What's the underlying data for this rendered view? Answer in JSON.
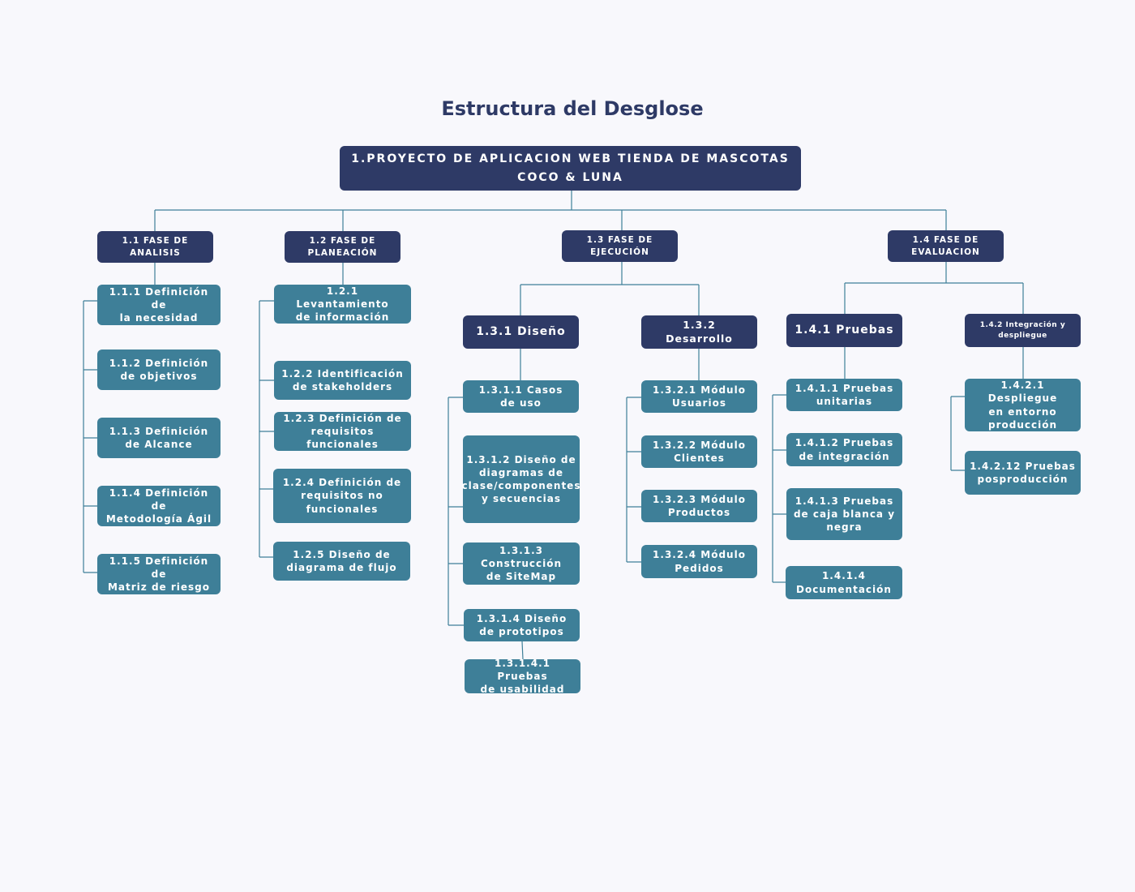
{
  "title": "Estructura del Desglose",
  "colors": {
    "dark": "#2e3a66",
    "teal": "#3e7f98",
    "line": "#3e7f98",
    "background": "#f8f8fc"
  },
  "nodes": {
    "n1": "1.PROYECTO DE APLICACION WEB TIENDA DE MASCOTAS\nCOCO & LUNA",
    "n1_1": "1.1 FASE DE\nANALISIS",
    "n1_2": "1.2 FASE DE\nPLANEACIÓN",
    "n1_3": "1.3 FASE DE\nEJECUCIÓN",
    "n1_4": "1.4 FASE DE\nEVALUACION",
    "n1_1_1": "1.1.1 Definición de\nla necesidad",
    "n1_1_2": "1.1.2 Definición\nde objetivos",
    "n1_1_3": "1.1.3 Definición\nde  Alcance",
    "n1_1_4": "1.1.4 Definición de\nMetodología Ágil",
    "n1_1_5": "1.1.5 Definición de\nMatriz de riesgo",
    "n1_2_1": "1.2.1 Levantamiento\nde información",
    "n1_2_2": "1.2.2 Identificación\nde stakeholders",
    "n1_2_3": "1.2.3 Definición de\nrequisitos funcionales",
    "n1_2_4": "1.2.4 Definición de\nrequisitos no\nfuncionales",
    "n1_2_5": "1.2.5 Diseño de\ndiagrama de flujo",
    "n1_3_1": "1.3.1 Diseño",
    "n1_3_2": "1.3.2\nDesarrollo",
    "n1_3_1_1": "1.3.1.1 Casos\nde uso",
    "n1_3_1_2": "1.3.1.2 Diseño de\ndiagramas de\nclase/componentes\ny secuencias",
    "n1_3_1_3": "1.3.1.3\nConstrucción\nde SiteMap",
    "n1_3_1_4": "1.3.1.4 Diseño\nde prototipos",
    "n1_3_1_4_1": "1.3.1.4.1 Pruebas\nde usabilidad",
    "n1_3_2_1": "1.3.2.1 Módulo\nUsuarios",
    "n1_3_2_2": "1.3.2.2 Módulo\nClientes",
    "n1_3_2_3": "1.3.2.3 Módulo\nProductos",
    "n1_3_2_4": "1.3.2.4 Módulo\nPedidos",
    "n1_4_1": "1.4.1 Pruebas",
    "n1_4_2": "1.4.2 Integración y\ndespliegue",
    "n1_4_1_1": "1.4.1.1 Pruebas\nunitarias",
    "n1_4_1_2": "1.4.1.2 Pruebas\nde integración",
    "n1_4_1_3": "1.4.1.3 Pruebas\nde caja blanca y\nnegra",
    "n1_4_1_4": "1.4.1.4\nDocumentación",
    "n1_4_2_1": "1.4.2.1 Despliegue\nen entorno\nproducción",
    "n1_4_2_12": "1.4.2.12 Pruebas\nposproducción"
  }
}
